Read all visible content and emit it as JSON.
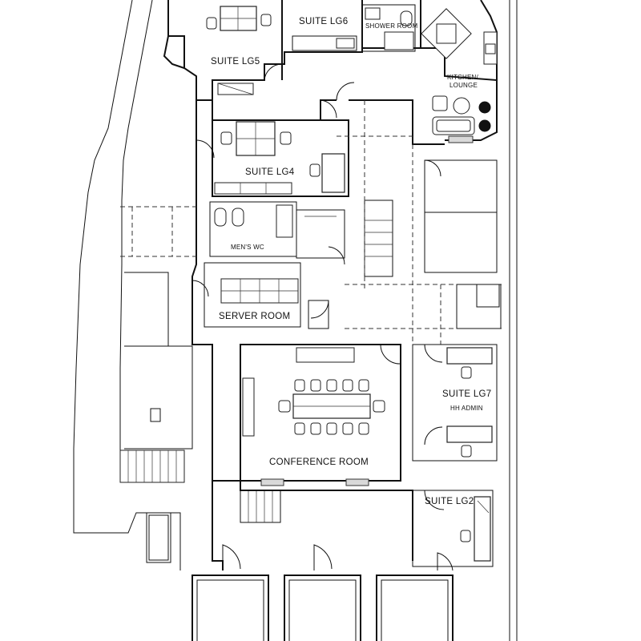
{
  "rooms": {
    "suite_lg6": "SUITE LG6",
    "shower_room": "SHOWER ROOM",
    "suite_lg5": "SUITE LG5",
    "kitchen_line1": "KITCHEN/",
    "kitchen_line2": "LOUNGE",
    "suite_lg4": "SUITE LG4",
    "mens_wc": "MEN'S WC",
    "server_room": "SERVER ROOM",
    "suite_lg7": "SUITE LG7",
    "hh_admin": "HH ADMIN",
    "conference_room": "CONFERENCE ROOM",
    "suite_lg2": "SUITE LG2"
  },
  "colors": {
    "background": "#ffffff",
    "line": "#111111"
  }
}
